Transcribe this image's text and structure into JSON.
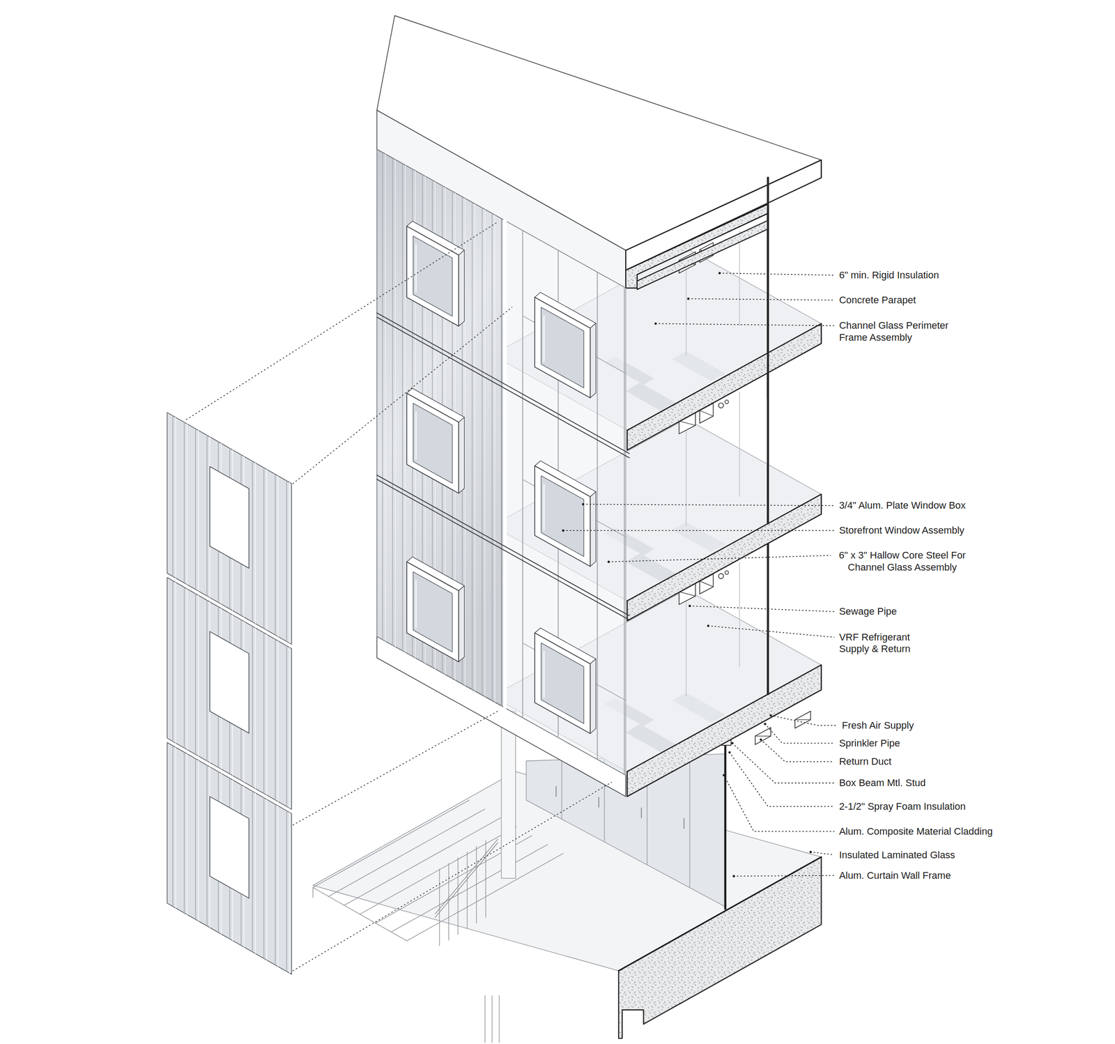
{
  "diagram": {
    "labels": [
      "6\" min. Rigid Insulation",
      "Concrete Parapet",
      "Channel Glass Perimeter Frame Assembly",
      "3/4\" Alum. Plate Window Box",
      "Storefront Window Assembly",
      "6\" x 3\" Hallow Core Steel For Channel Glass Assembly",
      "Sewage Pipe",
      "VRF Refrigerant Supply & Return",
      "Fresh Air Supply",
      "Sprinkler Pipe",
      "Return Duct",
      "Box Beam Mtl. Stud",
      "2-1/2\" Spray Foam Insulation",
      "Alum. Composite Material Cladding",
      "Insulated Laminated Glass",
      "Alum. Curtain Wall Frame"
    ]
  }
}
